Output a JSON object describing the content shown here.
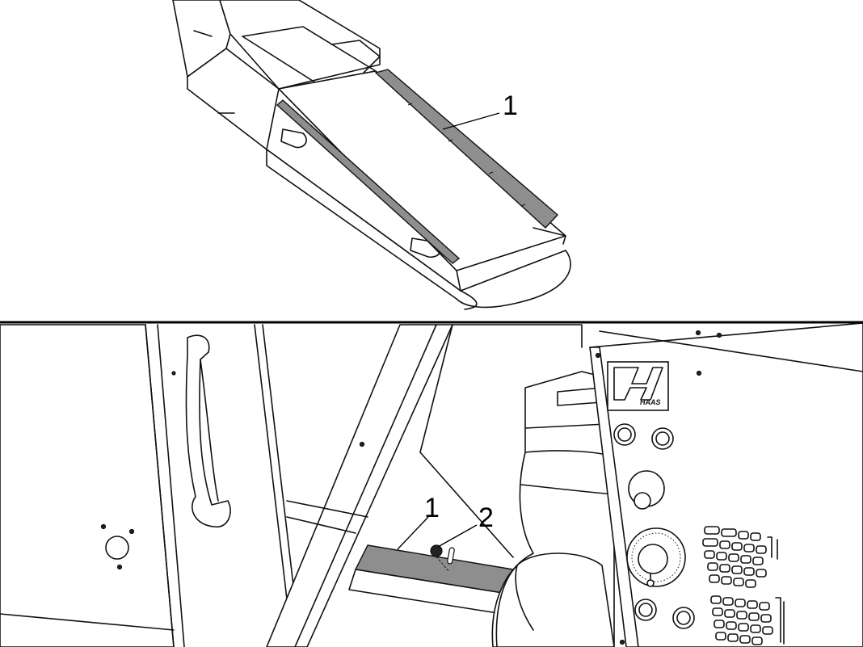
{
  "callouts": {
    "top_1": "1",
    "bottom_1": "1",
    "bottom_2": "2"
  },
  "logo_text": "HAAS",
  "colors": {
    "line": "#111111",
    "highlight": "#8e8e8e",
    "background": "#ffffff"
  }
}
